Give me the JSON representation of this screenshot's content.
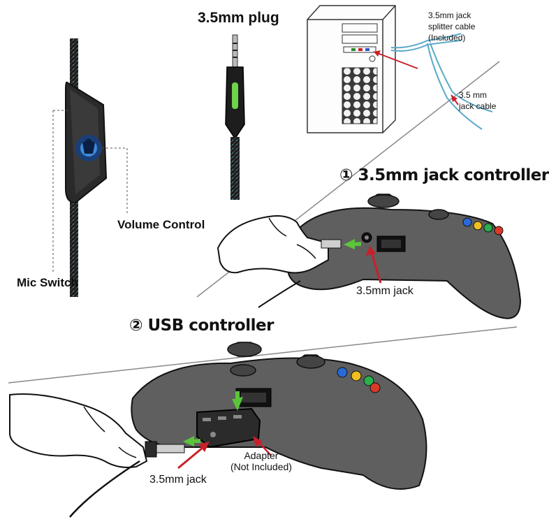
{
  "labels": {
    "plug": "3.5mm plug",
    "volume_control": "Volume Control",
    "mic_switch": "Mic Switch",
    "splitter_line1": "3.5mm jack",
    "splitter_line2": "splitter cable",
    "splitter_line3": "(Included)",
    "jack_cable_line1": "3.5 mm",
    "jack_cable_line2": "jack cable",
    "step1_title": "① 3.5mm jack controller",
    "step1_jack": "3.5mm jack",
    "step2_title": "② USB controller",
    "step2_jack": "3.5mm jack",
    "adapter_line1": "Adapter",
    "adapter_line2": "(Not Included)"
  },
  "colors": {
    "arrow_red": "#c8202a",
    "arrow_green": "#5cc43a",
    "controller_body": "#5f5f5f",
    "cable_blue": "#5aa9c9"
  },
  "icons": [
    "headset-icon",
    "plug-icon",
    "pc-tower-icon",
    "controller-icon",
    "hand-icon",
    "adapter-icon"
  ]
}
